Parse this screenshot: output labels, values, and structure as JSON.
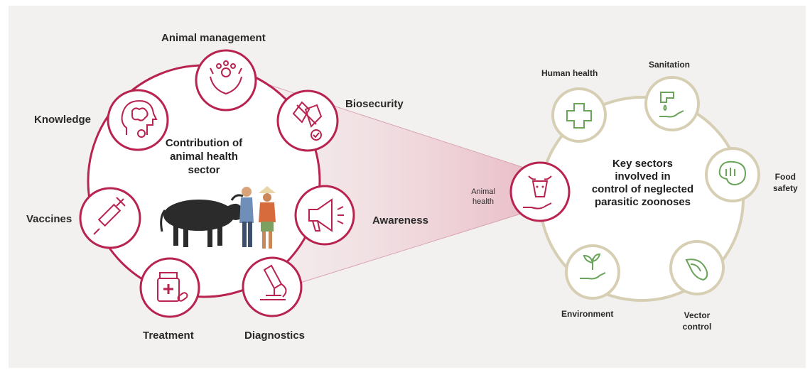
{
  "colors": {
    "background": "#f2f1ef",
    "animal_health_accent": "#b8234f",
    "sector_accent": "#c9c0a0",
    "sector_icon": "#6aa35a",
    "funnel": "#f1d6dd"
  },
  "left_hub": {
    "title": "Contribution of\nanimal health\nsector",
    "nodes": [
      {
        "label": "Animal management",
        "icon": "hands-paw-icon"
      },
      {
        "label": "Biosecurity",
        "icon": "gloves-syringe-icon"
      },
      {
        "label": "Awareness",
        "icon": "megaphone-icon"
      },
      {
        "label": "Diagnostics",
        "icon": "microscope-icon"
      },
      {
        "label": "Treatment",
        "icon": "medicine-bottle-icon"
      },
      {
        "label": "Vaccines",
        "icon": "syringe-icon"
      },
      {
        "label": "Knowledge",
        "icon": "head-brain-icon"
      }
    ],
    "illustration": "vet-buffalo-farmer-illustration"
  },
  "right_hub": {
    "title": "Key sectors\ninvolved in\ncontrol of neglected\nparasitic zoonoses",
    "nodes": [
      {
        "label": "Animal\nhealth",
        "icon": "cow-hand-icon"
      },
      {
        "label": "Human health",
        "icon": "medical-cross-icon"
      },
      {
        "label": "Sanitation",
        "icon": "tap-hand-icon"
      },
      {
        "label": "Food\nsafety",
        "icon": "meat-icon"
      },
      {
        "label": "Vector\ncontrol",
        "icon": "snail-shell-icon"
      },
      {
        "label": "Environment",
        "icon": "plant-hand-icon"
      }
    ]
  }
}
